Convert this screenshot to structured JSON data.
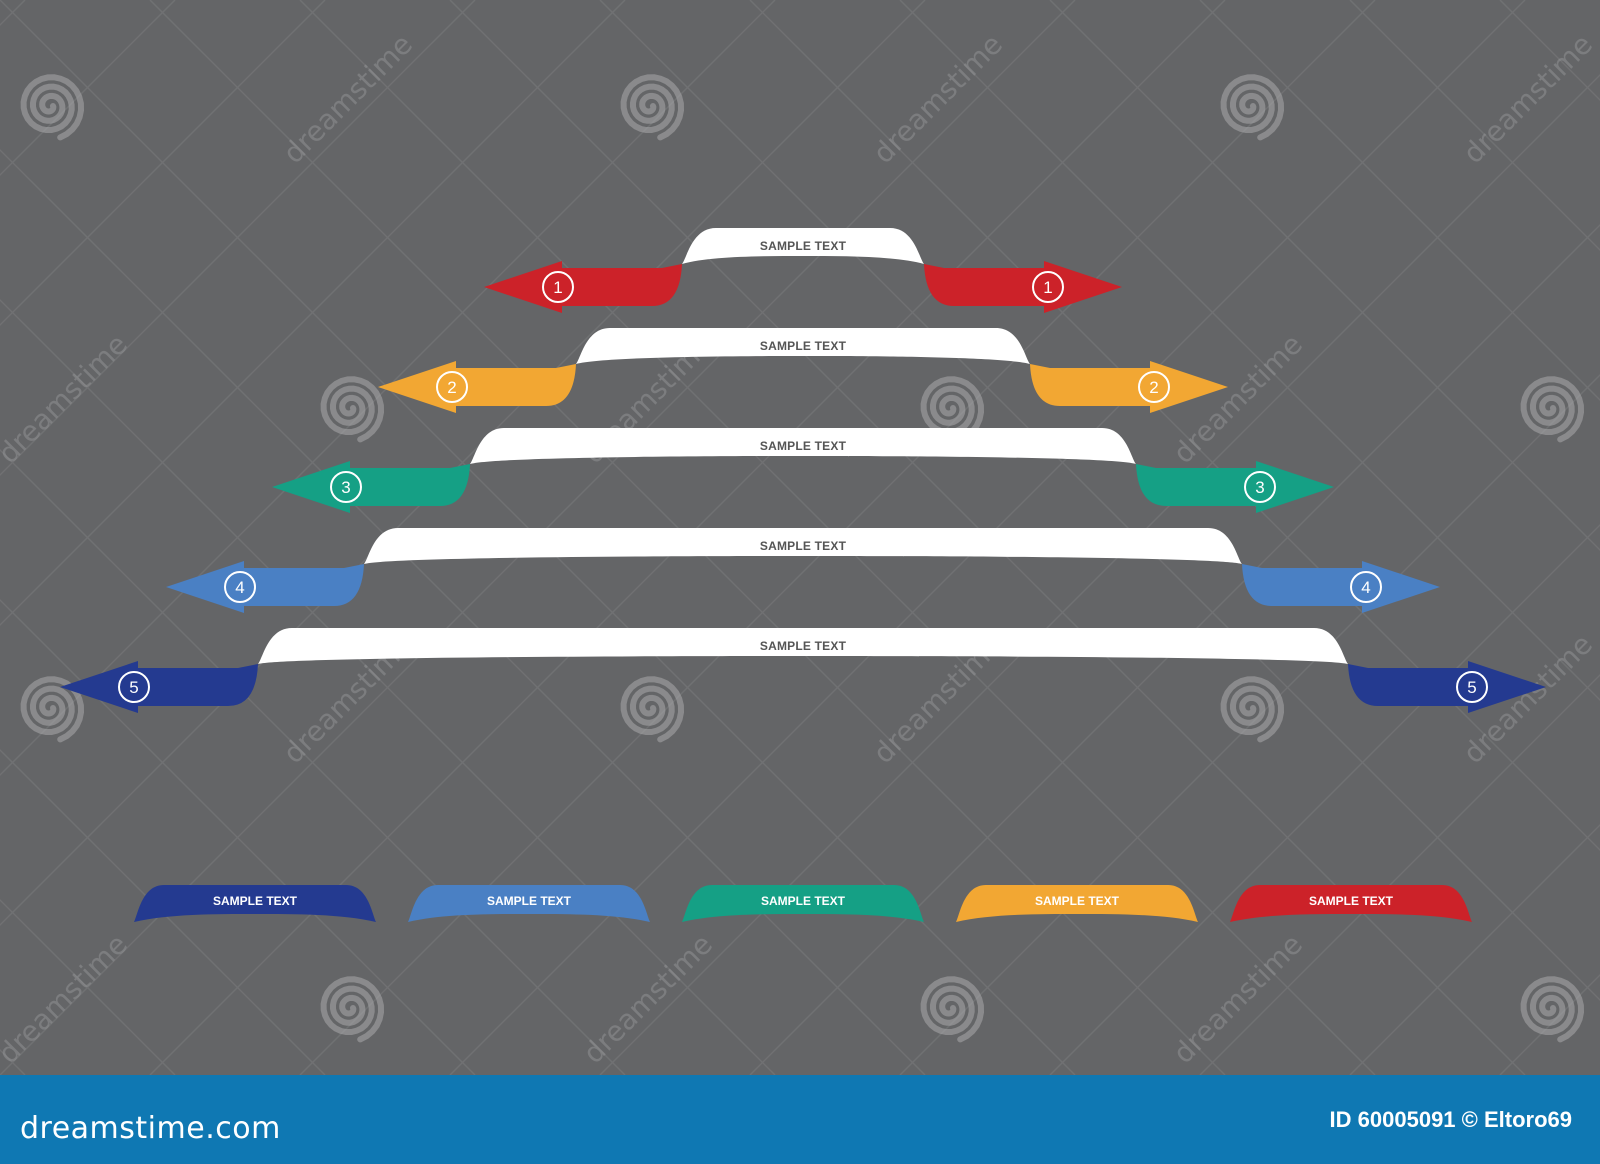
{
  "watermark": {
    "text": "dreamstime"
  },
  "tiers": [
    {
      "number": "1",
      "label": "SAMPLE TEXT",
      "color": "#cc2229"
    },
    {
      "number": "2",
      "label": "SAMPLE TEXT",
      "color": "#f2a733"
    },
    {
      "number": "3",
      "label": "SAMPLE TEXT",
      "color": "#15a085"
    },
    {
      "number": "4",
      "label": "SAMPLE TEXT",
      "color": "#4a80c4"
    },
    {
      "number": "5",
      "label": "SAMPLE TEXT",
      "color": "#243a90"
    }
  ],
  "legend_tabs": [
    {
      "label": "SAMPLE TEXT",
      "color": "#243a90"
    },
    {
      "label": "SAMPLE TEXT",
      "color": "#4a80c4"
    },
    {
      "label": "SAMPLE TEXT",
      "color": "#15a085"
    },
    {
      "label": "SAMPLE TEXT",
      "color": "#f2a733"
    },
    {
      "label": "SAMPLE TEXT",
      "color": "#cc2229"
    }
  ],
  "footer": {
    "brand": "dreamstime.com",
    "id_text": "ID 60005091 © Eltoro69",
    "background": "#0f78b3"
  }
}
